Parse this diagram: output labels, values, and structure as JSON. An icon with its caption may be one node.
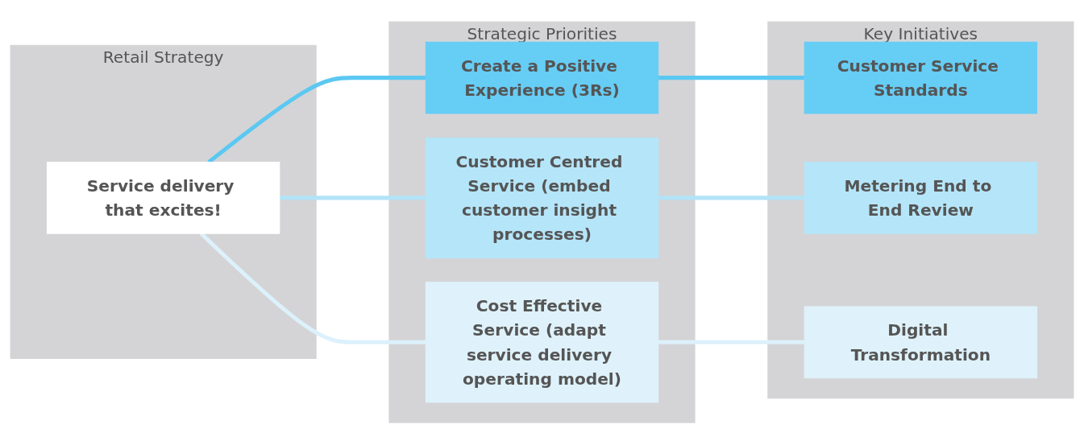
{
  "diagram": {
    "nodes": [
      {
        "text": [
          "Retail Strategy"
        ]
      },
      {
        "text": [
          "Service delivery that excites!"
        ],
        "in": 0
      },
      {
        "text": [
          "Strategic Priorities"
        ]
      },
      {
        "text": [
          "Create a Positive Experience (3Rs)"
        ],
        "in": 2
      },
      {
        "text": [
          "Customer Centred Service (embed customer insight processes)"
        ],
        "in": 2
      },
      {
        "text": [
          "Cost Effective Service (adapt service delivery operating model)"
        ],
        "in": 2
      },
      {
        "text": [
          "Key Initiatives"
        ]
      },
      {
        "text": [
          "Customer Service Standards"
        ],
        "in": 6
      },
      {
        "text": [
          "Metering End to End Review"
        ],
        "in": 6
      },
      {
        "text": [
          "Digital Transformation"
        ],
        "in": 6
      }
    ],
    "edges": [
      {
        "from": 1,
        "to": 3,
        "arrow": "none",
        "color": "#5bc8f2"
      },
      {
        "from": 1,
        "to": 4,
        "arrow": "none",
        "color": "#b3e3f7"
      },
      {
        "from": 1,
        "to": 5,
        "arrow": "none",
        "color": "#dcf1fb"
      },
      {
        "from": 3,
        "to": 7,
        "arrow": "none",
        "color": "#5bc8f2"
      },
      {
        "from": 4,
        "to": 8,
        "arrow": "none",
        "color": "#b3e3f7"
      },
      {
        "from": 5,
        "to": 9,
        "arrow": "none",
        "color": "#dcf1fb"
      }
    ]
  }
}
